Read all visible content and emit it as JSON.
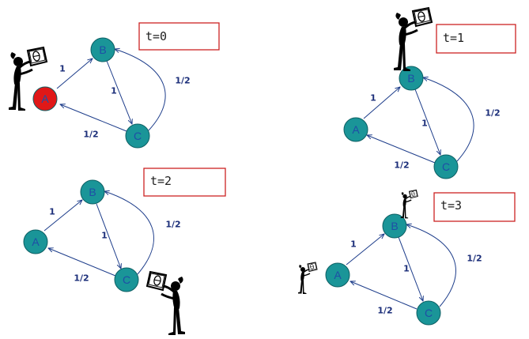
{
  "colors": {
    "node_fill": "#1a9598",
    "node_stroke": "#0d5f63",
    "active_node_fill": "#e01818",
    "node_label": "#1f4ea6",
    "edge": "#1c3c8a",
    "time_box_border": "#cc2222",
    "walker": "#000000"
  },
  "icons": {
    "walker": "person-holding-theta-sign-icon"
  },
  "graph": {
    "nodes": [
      "A",
      "B",
      "C"
    ],
    "edges": [
      {
        "from": "A",
        "to": "B",
        "label": "1"
      },
      {
        "from": "B",
        "to": "C",
        "label": "1"
      },
      {
        "from": "C",
        "to": "A",
        "label": "1/2"
      },
      {
        "from": "C",
        "to": "B",
        "label": "1/2"
      }
    ]
  },
  "panels": [
    {
      "time_label": "t=0",
      "walker_at": "A",
      "active_node": "A"
    },
    {
      "time_label": "t=1",
      "walker_at": "B",
      "active_node": ""
    },
    {
      "time_label": "t=2",
      "walker_at": "C",
      "active_node": ""
    },
    {
      "time_label": "t=3",
      "walker_at": "A and B",
      "active_node": ""
    }
  ]
}
